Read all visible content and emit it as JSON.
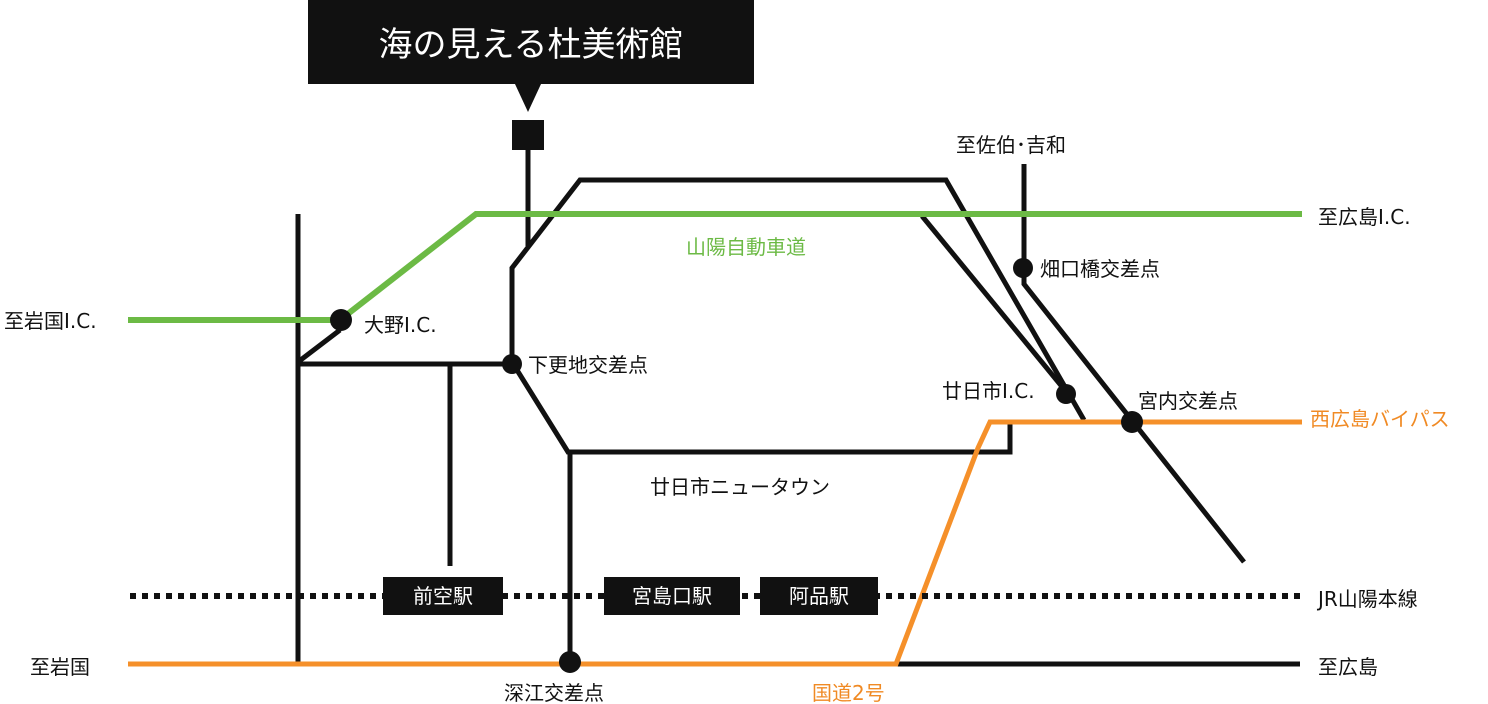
{
  "title": "海の見える杜美術館",
  "colors": {
    "road": "#111111",
    "expressway": "#6cba45",
    "bypass": "#f5902a",
    "station_box": "#111111"
  },
  "roads": {
    "expressway": "山陽自動車道",
    "bypass_west_hiroshima": "西広島バイパス",
    "national_route": "国道2号",
    "rail": "JR山陽本線",
    "new_town": "廿日市ニュータウン"
  },
  "directions": {
    "to_iwakuni_ic": "至岩国I.C.",
    "to_hiroshima_ic": "至広島I.C.",
    "to_saiki_yoshiwa": "至佐伯･吉和",
    "to_iwakuni": "至岩国",
    "to_hiroshima": "至広島"
  },
  "points": {
    "ono_ic": "大野I.C.",
    "shimo_sarachi": "下更地交差点",
    "hataguchibashi": "畑口橋交差点",
    "hatsukaichi_ic": "廿日市I.C.",
    "miyauchi": "宮内交差点",
    "fukae": "深江交差点"
  },
  "stations": [
    "前空駅",
    "宮島口駅",
    "阿品駅"
  ]
}
